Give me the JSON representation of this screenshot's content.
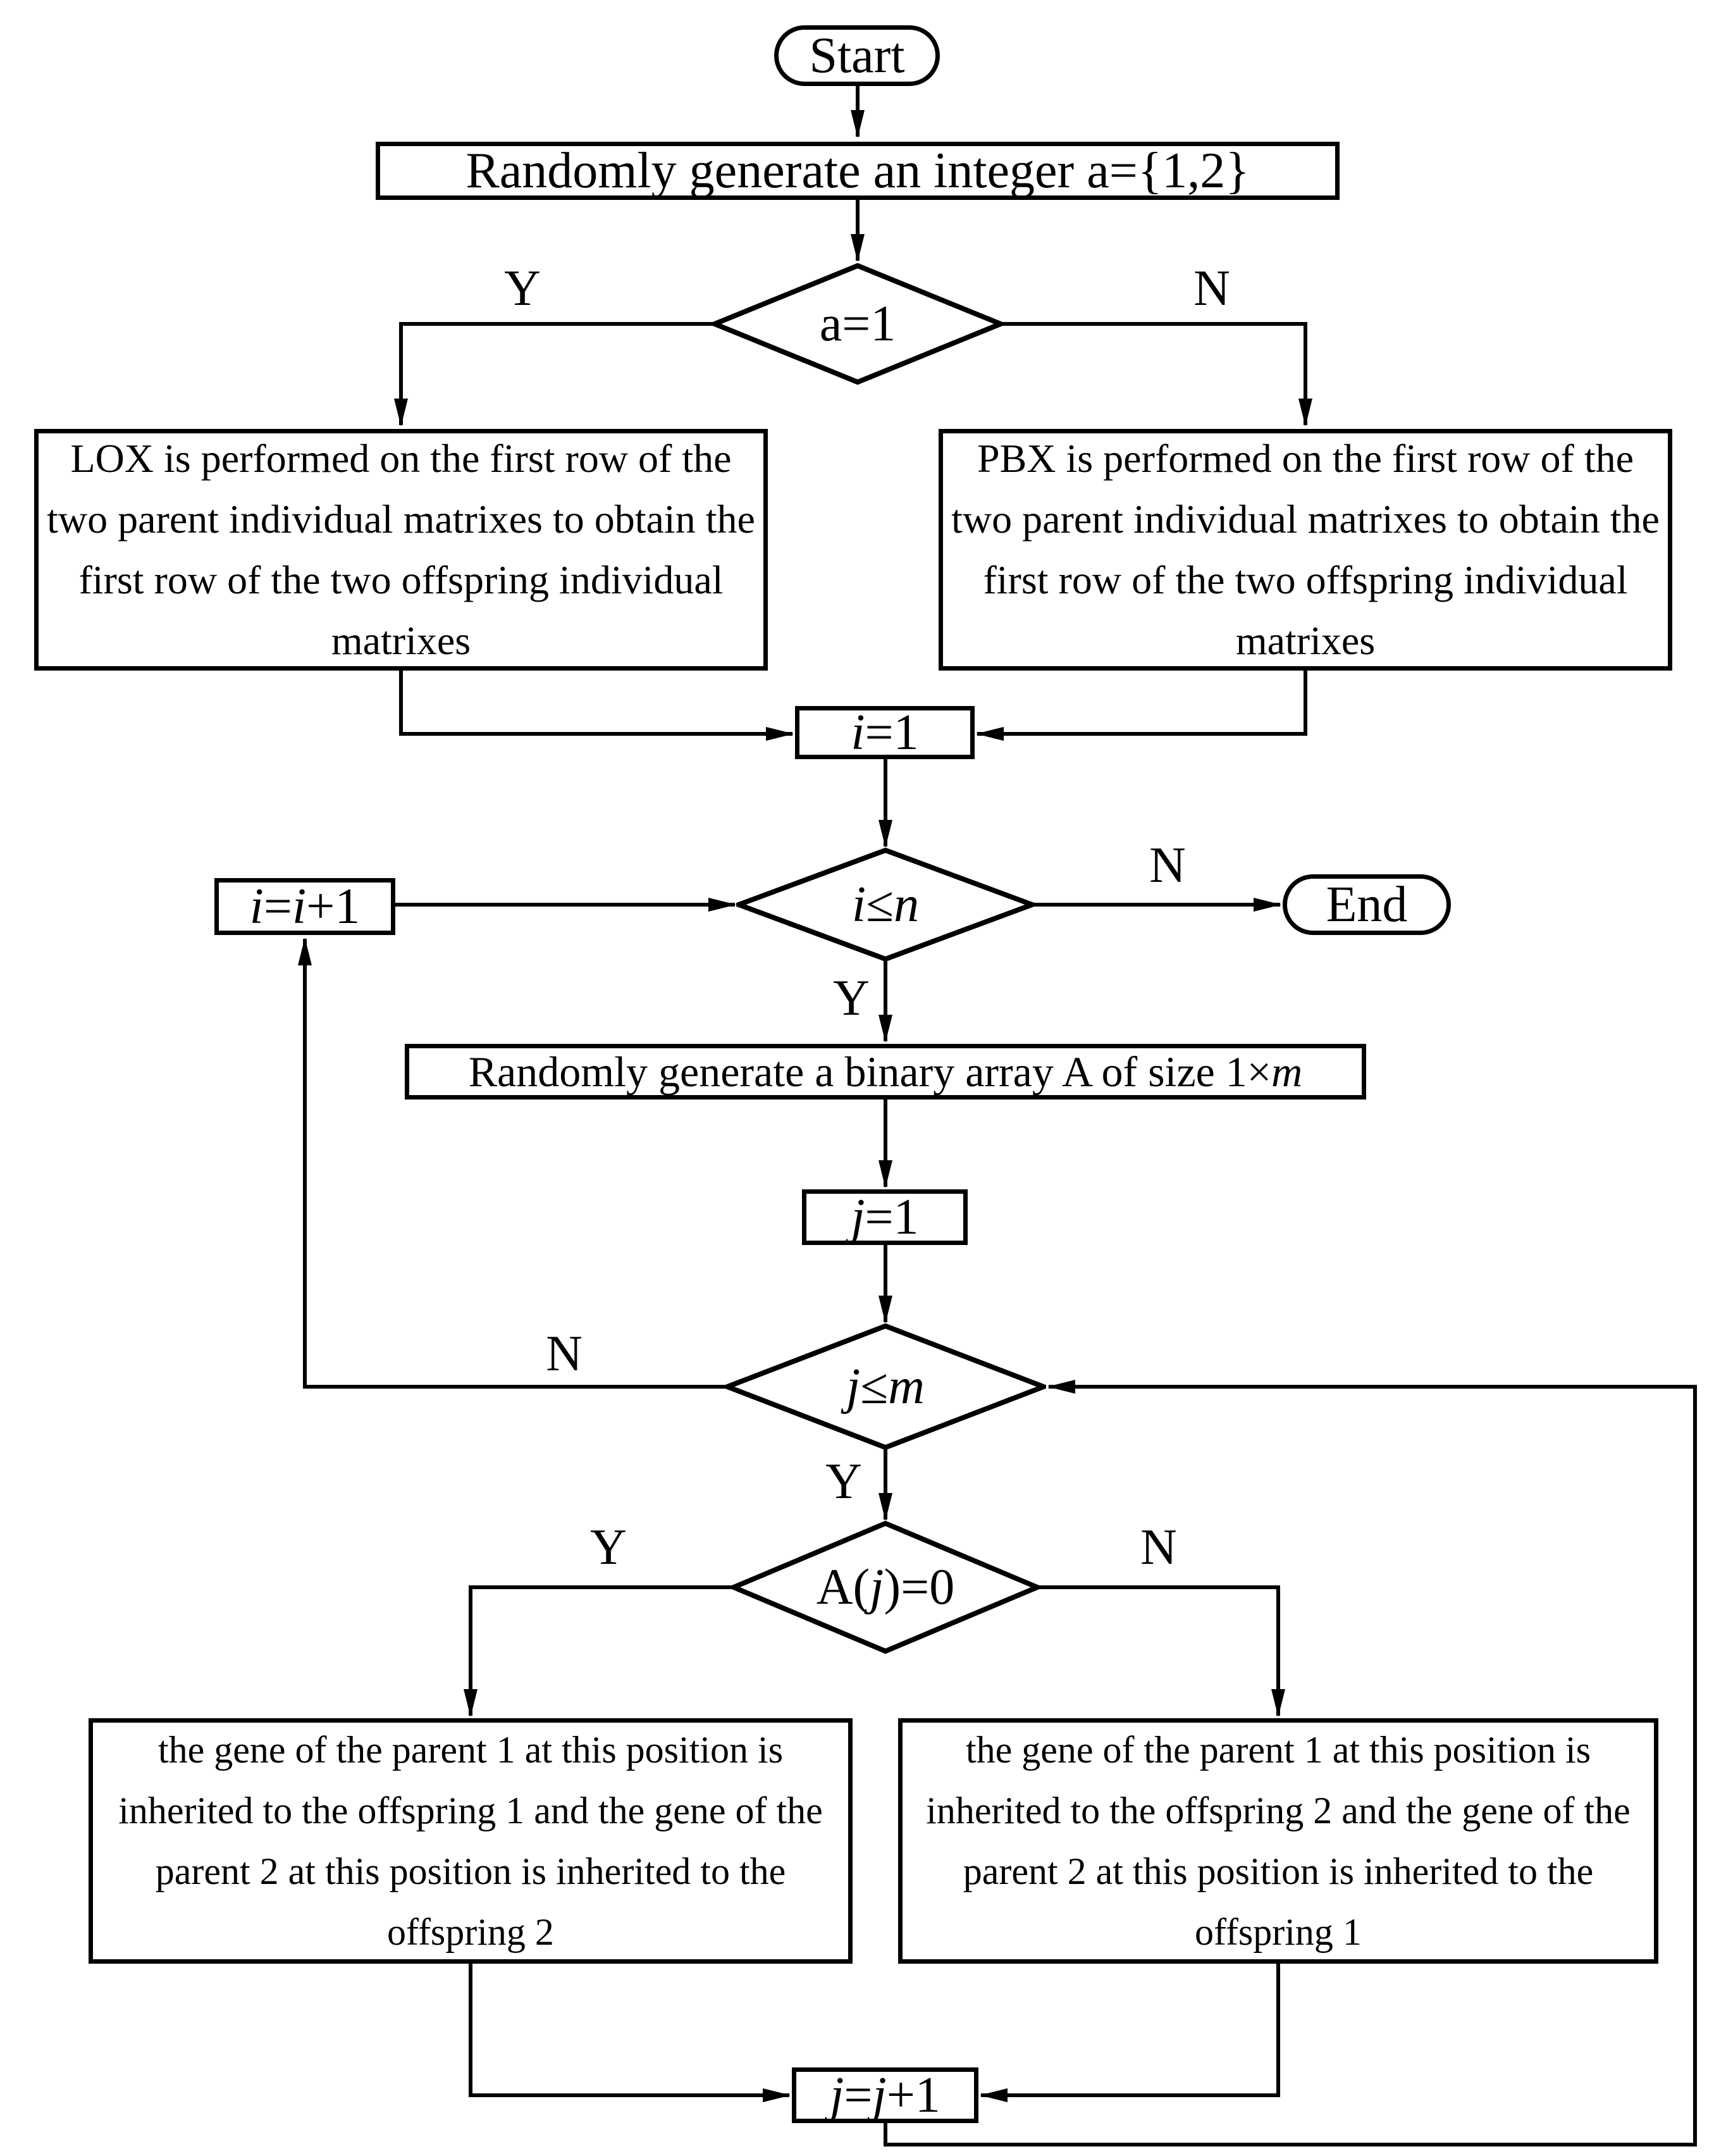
{
  "colors": {
    "stroke": "#000000",
    "background": "#ffffff"
  },
  "nodes": {
    "start": {
      "label": "Start"
    },
    "generate_integer": {
      "label": "Randomly generate an integer a={1,2}"
    },
    "a_equals_1": {
      "label": "a=1"
    },
    "lox": {
      "label": "LOX is performed on the first row of the two parent individual matrixes to obtain the first row of the two offspring individual matrixes"
    },
    "pbx": {
      "label": "PBX is performed on the first row of the two parent individual matrixes to obtain the first row of the two offspring individual matrixes"
    },
    "i_init": {
      "var": "i",
      "rest": "=1"
    },
    "i_increment": {
      "v1": "i",
      "eq": "=",
      "v2": "i",
      "tail": "+1"
    },
    "i_condition": {
      "v1": "i",
      "op": "≤",
      "v2": "n"
    },
    "end": {
      "label": "End"
    },
    "generate_array": {
      "pre": "Randomly generate a binary array A of size 1×",
      "var": "m"
    },
    "j_init": {
      "var": "j",
      "rest": "=1"
    },
    "j_condition": {
      "v1": "j",
      "op": "≤",
      "v2": "m"
    },
    "aj_condition": {
      "pre": "A(",
      "var": "j",
      "post": ")=0"
    },
    "inherit_left": {
      "label": "the gene of the parent 1 at this position is inherited to the offspring 1 and the gene of the parent 2 at this position is inherited to the offspring 2"
    },
    "inherit_right": {
      "label": "the gene of the parent 1 at this position is inherited to the offspring 2 and the gene of the parent 2 at this position is inherited to the offspring 1"
    },
    "j_increment": {
      "v1": "j",
      "eq": "=",
      "v2": "j",
      "tail": "+1"
    }
  },
  "edge_labels": {
    "a1_yes": "Y",
    "a1_no": "N",
    "i_cond_no": "N",
    "i_cond_yes": "Y",
    "j_cond_no": "N",
    "j_cond_yes": "Y",
    "aj_yes": "Y",
    "aj_no": "N"
  }
}
